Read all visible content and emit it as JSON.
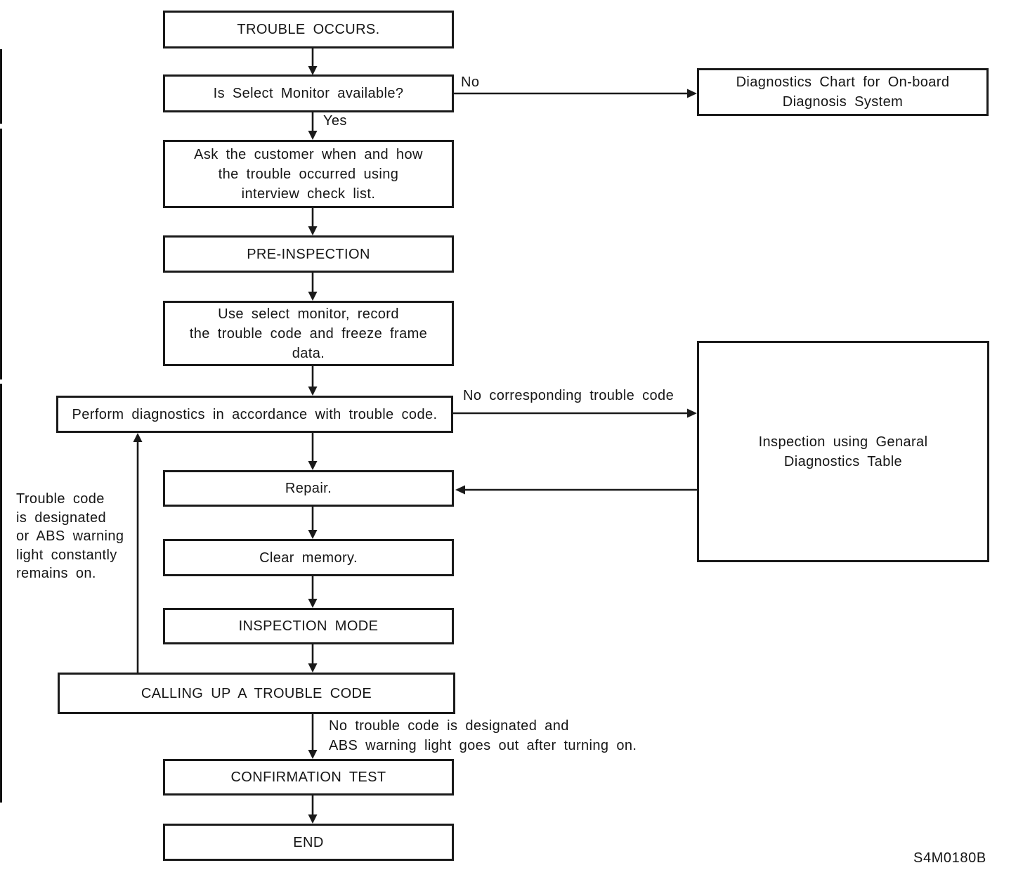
{
  "flowchart": {
    "nodes": {
      "trouble_occurs": "TROUBLE OCCURS.",
      "select_monitor_q": "Is Select Monitor available?",
      "diagnostics_chart": "Diagnostics Chart for On-board\nDiagnosis System",
      "ask_customer": "Ask the customer when and how\nthe trouble occurred using\ninterview check list.",
      "pre_inspection": "PRE-INSPECTION",
      "use_select_monitor": "Use select monitor, record\nthe trouble code and freeze frame\ndata.",
      "perform_diagnostics": "Perform diagnostics in accordance with trouble code.",
      "inspection_general_table": "Inspection using Genaral\nDiagnostics Table",
      "repair": "Repair.",
      "clear_memory": "Clear memory.",
      "inspection_mode": "INSPECTION MODE",
      "calling_up_trouble_code": "CALLING UP A TROUBLE CODE",
      "confirmation_test": "CONFIRMATION TEST",
      "end": "END"
    },
    "edge_labels": {
      "no": "No",
      "yes": "Yes",
      "no_corresponding_trouble_code": "No corresponding trouble code",
      "trouble_code_designated": "Trouble code\nis designated\nor ABS warning\nlight constantly\nremains on.",
      "no_trouble_code_designated": "No trouble code is designated and\nABS warning light goes out after turning on."
    },
    "colors": {
      "ink": "#1a1a1a",
      "paper": "#ffffff"
    },
    "figure_code": "S4M0180B"
  }
}
